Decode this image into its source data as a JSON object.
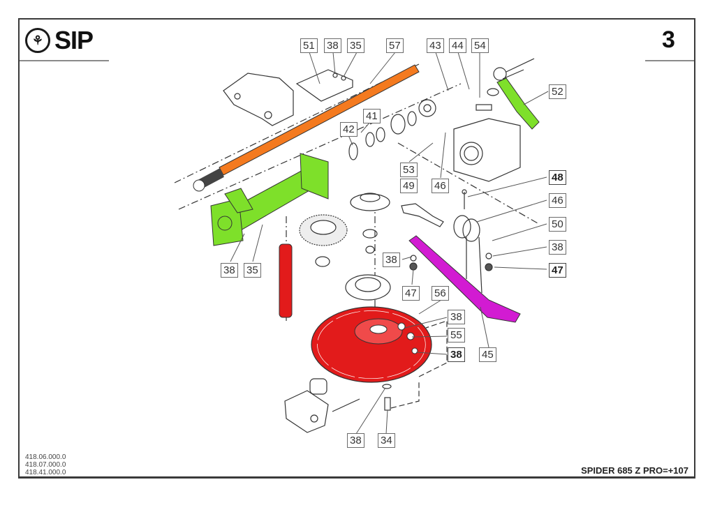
{
  "header": {
    "brand": "SIP",
    "brand_emblem": "SIP-emblem-icon",
    "page_number": "3"
  },
  "footer": {
    "reference_codes": [
      "418.06.000.0",
      "418.07.000.0",
      "418.41.000.0"
    ],
    "model": "SPIDER 685 Z PRO=+107"
  },
  "highlight_colors": {
    "shaft": "#f47a1f",
    "housing": "#7ee02a",
    "arm": "#7ee02a",
    "bar": "#d21bd2",
    "disc": "#e21b1b"
  },
  "callouts": [
    {
      "label": "51",
      "bold": false
    },
    {
      "label": "38",
      "bold": false
    },
    {
      "label": "35",
      "bold": false
    },
    {
      "label": "57",
      "bold": false
    },
    {
      "label": "43",
      "bold": false
    },
    {
      "label": "44",
      "bold": false
    },
    {
      "label": "54",
      "bold": false
    },
    {
      "label": "52",
      "bold": false
    },
    {
      "label": "41",
      "bold": false
    },
    {
      "label": "42",
      "bold": false
    },
    {
      "label": "53",
      "bold": false
    },
    {
      "label": "49",
      "bold": false
    },
    {
      "label": "46",
      "bold": false
    },
    {
      "label": "48",
      "bold": true
    },
    {
      "label": "46",
      "bold": false
    },
    {
      "label": "50",
      "bold": false
    },
    {
      "label": "38",
      "bold": false
    },
    {
      "label": "47",
      "bold": true
    },
    {
      "label": "38",
      "bold": false
    },
    {
      "label": "35",
      "bold": false
    },
    {
      "label": "38",
      "bold": false
    },
    {
      "label": "47",
      "bold": false
    },
    {
      "label": "56",
      "bold": false
    },
    {
      "label": "38",
      "bold": false
    },
    {
      "label": "55",
      "bold": false
    },
    {
      "label": "38",
      "bold": true
    },
    {
      "label": "45",
      "bold": false
    },
    {
      "label": "38",
      "bold": false
    },
    {
      "label": "34",
      "bold": false
    }
  ]
}
